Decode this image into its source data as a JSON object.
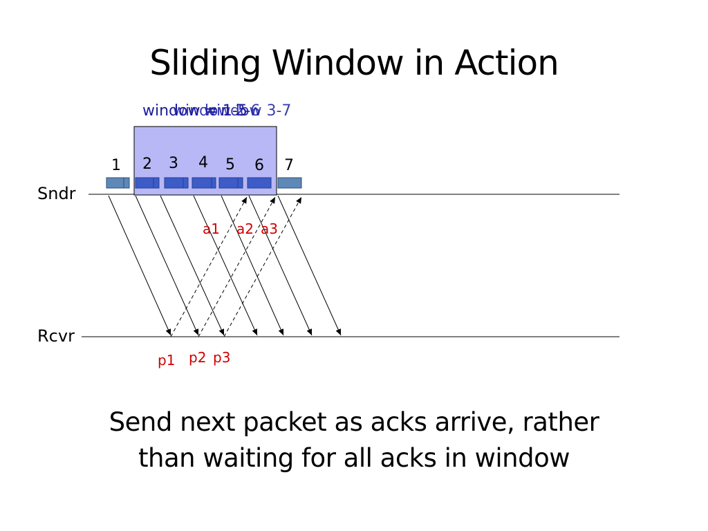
{
  "slide": {
    "title": "Sliding Window in Action",
    "caption_line1": "Send next packet as acks arrive, rather",
    "caption_line2": "than waiting for all acks in window"
  },
  "diagram": {
    "window_labels": [
      "window = 1-5",
      "window 2-6",
      "window 3-7"
    ],
    "sender_label": "Sndr",
    "receiver_label": "Rcvr",
    "packet_numbers": [
      "1",
      "2",
      "3",
      "4",
      "5",
      "6",
      "7"
    ],
    "ack_labels": [
      "a1",
      "a2",
      "a3"
    ],
    "receipt_labels": [
      "p1",
      "p2",
      "p3"
    ]
  },
  "colors": {
    "window_fill": "#b7b8f5",
    "window_label": "#1a1aa0",
    "packet_active": "#3d5cc8",
    "packet_outside": "#5e88b8",
    "annotation_red": "#d00000",
    "line": "#000000"
  }
}
